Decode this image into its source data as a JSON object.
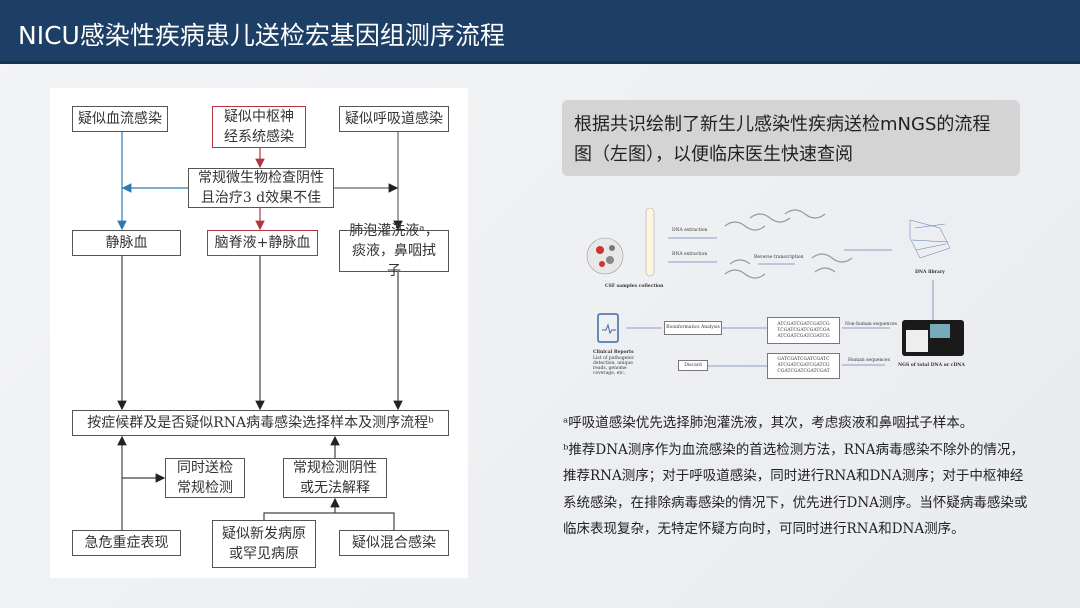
{
  "header": {
    "title": "NICU感染性疾病患儿送检宏基因组测序流程"
  },
  "flow": {
    "bloodstream": "疑似血流感染",
    "cns": "疑似中枢神经系统感染",
    "respiratory": "疑似呼吸道感染",
    "negative": "常规微生物检查阴性且治疗3 d效果不佳",
    "venous": "静脉血",
    "csf": "脑脊液+静脉血",
    "balf": "肺泡灌洗液ᵃ，痰液，鼻咽拭子",
    "select": "按症候群及是否疑似RNA病毒感染选择样本及测序流程ᵇ",
    "simultaneous": "同时送检常规检测",
    "conv_negative": "常规检测阴性或无法解释",
    "critical": "急危重症表现",
    "novel": "疑似新发病原或罕见病原",
    "mixed": "疑似混合感染"
  },
  "callout": {
    "text": "根据共识绘制了新生儿感染性疾病送检mNGS的流程图（左图），以便临床医生快速查阅"
  },
  "diagram": {
    "csf": "CSF samples collection",
    "dna_ext": "DNA extraction",
    "rna_ext": "RNA extraction",
    "rt": "Reverse transcription",
    "library": "DNA library",
    "ngs": "NGS of total DNA or cDNA",
    "nonhuman": "Non-human sequences",
    "human": "Human sequences",
    "seq1": "ATCGATCGATCGATCG TCGATCGATCGATCGA ATCGATCGATCGATCG",
    "seq2": "GATCGATCGATCGATC ATCGATCGATCGATCG CGATCGATCGATCGAT",
    "bio": "Bioinformatics Analysis",
    "discard": "Discard",
    "reports": "Clinical Reports",
    "reports_desc": "List of pathogenic detection, unique reads, genome coverage, etc."
  },
  "notes": {
    "a": "ᵃ呼吸道感染优先选择肺泡灌洗液，其次，考虑痰液和鼻咽拭子样本。",
    "b": "ᵇ推荐DNA测序作为血流感染的首选检测方法，RNA病毒感染不除外的情况，推荐RNA测序；对于呼吸道感染，同时进行RNA和DNA测序；对于中枢神经系统感染，在排除病毒感染的情况下，优先进行DNA测序。当怀疑病毒感染或临床表现复杂，无特定怀疑方向时，可同时进行RNA和DNA测序。"
  },
  "colors": {
    "header": "#1d3f66",
    "blue_arrow": "#2a7ab5",
    "red_arrow": "#b5353f"
  }
}
